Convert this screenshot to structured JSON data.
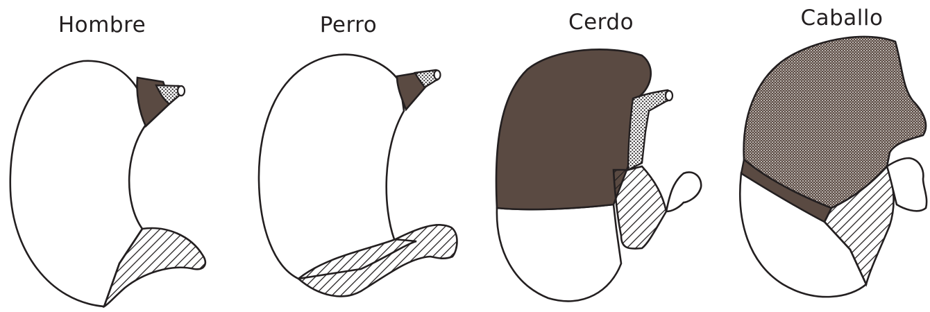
{
  "figure": {
    "panels": [
      {
        "label": "Hombre"
      },
      {
        "label": "Perro"
      },
      {
        "label": "Cerdo"
      },
      {
        "label": "Caballo"
      }
    ],
    "colors": {
      "outline": "#231f20",
      "dark_region": "#5a4a42",
      "hatch": "#231f20",
      "stipple": "#231f20",
      "background": "#ffffff"
    },
    "legend_regions": [
      "dark",
      "stippled",
      "hatched",
      "plain"
    ]
  }
}
